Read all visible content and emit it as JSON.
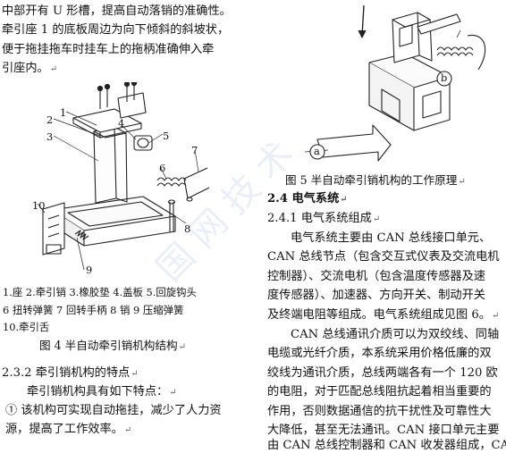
{
  "left": {
    "intro_lines": [
      "中部开有 U 形槽，提高自动落销的准确性。",
      "牵引座 1 的底板周边为向下倾斜的斜坡状，",
      "便于拖挂拖车时挂车上的拖柄准确伸入牵",
      "引座内。"
    ],
    "figure4_callouts": [
      "1",
      "2",
      "3",
      "4",
      "5",
      "6",
      "7",
      "8",
      "9",
      "10"
    ],
    "legend_lines": [
      "1.座 2.牵引销 3.橡胶垫 4.盖板 5.回旋钩头",
      "6 扭转弹簧 7 回转手柄 8 销 9 压缩弹簧",
      "10.牵引舌"
    ],
    "figure4_caption": "图 4   半自动牵引销机构结构",
    "section_heading": "2.3.2 牵引销机构的特点",
    "section_lines": [
      "牵引销机构具有如下特点：",
      "①   该机构可实现自动拖挂，减少了人力资",
      "源，提高了工作效率。"
    ]
  },
  "right": {
    "figure5_labels": [
      "a",
      "b"
    ],
    "figure5_caption": "图 5   半自动牵引销机构的工作原理",
    "section_24": "2.4 电气系统",
    "section_241": "2.4.1 电气系统组成",
    "para1_lines": [
      "电气系统主要由 CAN 总线接口单元、",
      "CAN 总线节点（包含交互式仪表及交流电机",
      "控制器）、交流电机（包含温度传感器及速",
      "度传感器）、加速器、方向开关、制动开关",
      "及终端电阻等组成。电气系统组成见图 6。"
    ],
    "para2_lines": [
      "CAN 总线通讯介质可以为双绞线、同轴",
      "电缆或光纤介质，本系统采用价格低廉的双",
      "绞线为通讯介质，总线两端各有一个 120 欧",
      "的电阻，对于匹配总线阻抗起着相当重要的",
      "作用，否则数据通信的抗干扰性及可靠性大",
      "大降低，甚至无法通讯。CAN 接口单元主要",
      "由 CAN 总线控制器和 CAN 收发器组成，CAN"
    ]
  },
  "watermark": "国 网 技 术"
}
